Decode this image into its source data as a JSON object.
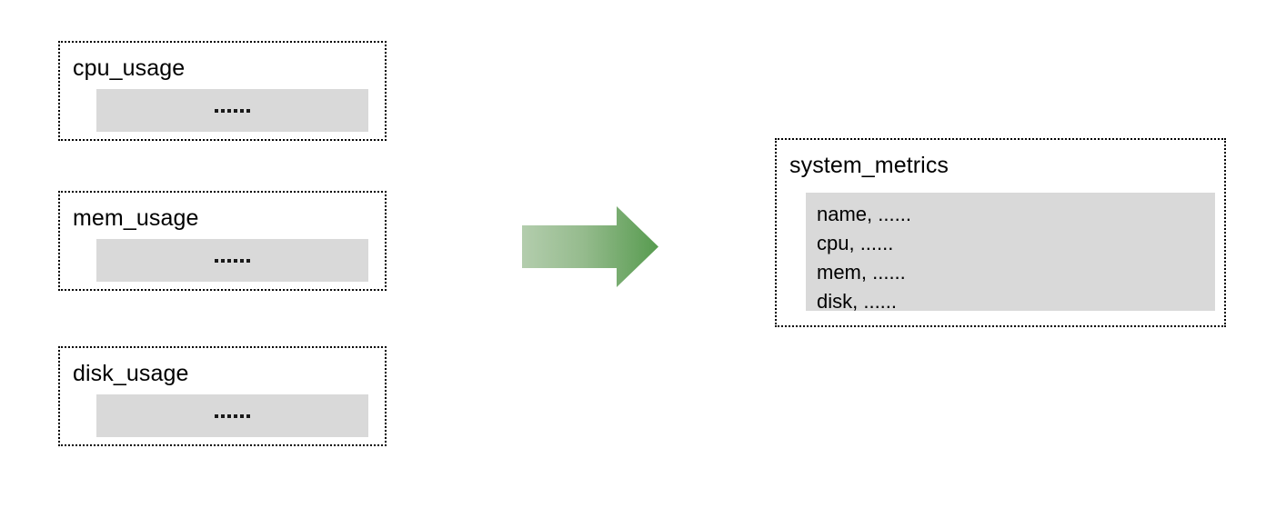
{
  "diagram": {
    "type": "data-merge-flow",
    "background_color": "#ffffff",
    "panel_color": "#d9d9d9",
    "border_color": "#000000",
    "arrow": {
      "name": "merge-arrow",
      "direction": "right",
      "gradient_from": "#a9c7a2",
      "gradient_to": "#579b4f"
    },
    "sources": [
      {
        "id": "cpu_usage",
        "title": "cpu_usage",
        "content": "......",
        "dot_count": 6
      },
      {
        "id": "mem_usage",
        "title": "mem_usage",
        "content": "......",
        "dot_count": 6
      },
      {
        "id": "disk_usage",
        "title": "disk_usage",
        "content": "......",
        "dot_count": 6
      }
    ],
    "target": {
      "id": "system_metrics",
      "title": "system_metrics",
      "fields": [
        "name, ......",
        "cpu, ......",
        "mem, ......",
        "disk, ......"
      ]
    }
  }
}
